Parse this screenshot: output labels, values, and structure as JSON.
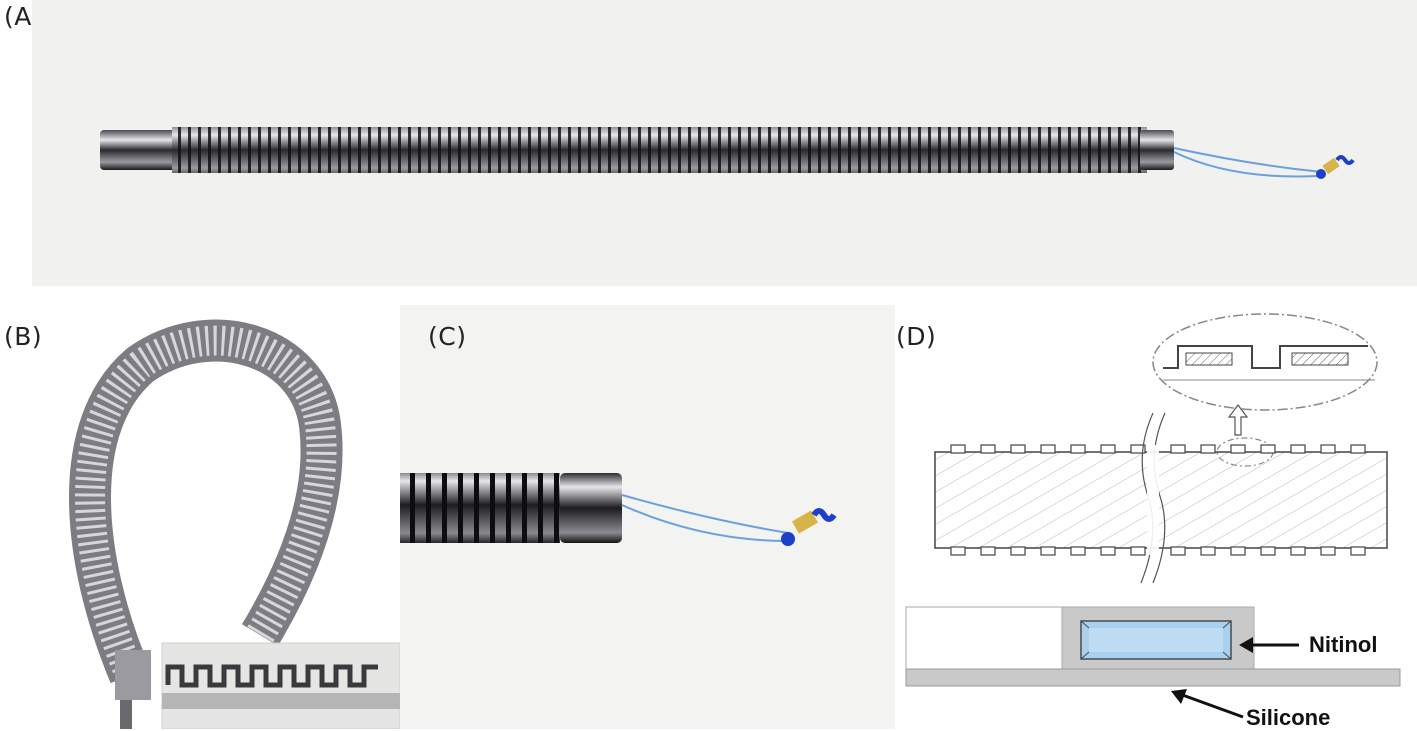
{
  "panels": {
    "a": {
      "label": "(A)"
    },
    "b": {
      "label": "(B)"
    },
    "c": {
      "label": "(C)"
    },
    "d": {
      "label": "(D)"
    }
  },
  "diagram": {
    "nitinol_label": "Nitinol",
    "silicone_label": "Silicone"
  },
  "colors": {
    "photo_background": "#f1f1ef",
    "metal_dark": "#1f1f22",
    "metal_light": "#d9d9dc",
    "suture_thread": "#6a9fe0",
    "suture_tip": "#1d3fc9",
    "gold_coil": "#d8b34a",
    "nitinol_fill": "#a9d0ee",
    "silicone_fill": "#c9c9c9"
  },
  "icons": [
    "up-arrow-icon",
    "left-arrow-icon"
  ]
}
